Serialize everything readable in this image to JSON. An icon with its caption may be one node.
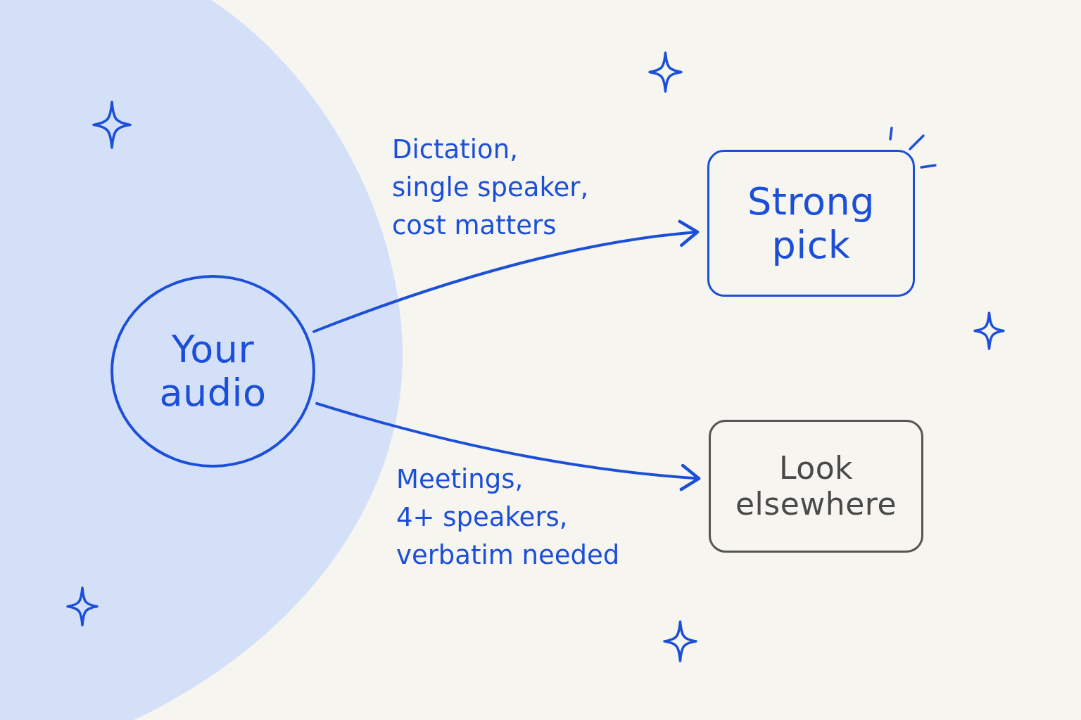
{
  "diagram": {
    "nodes": [
      {
        "text": [
          "Your audio"
        ]
      },
      {
        "text": [
          "Strong pick"
        ]
      },
      {
        "text": [
          "Look elsewhere"
        ]
      }
    ],
    "edges": [
      {
        "from": 0,
        "to": 1,
        "arrow": "to",
        "label": "Dictation, single speaker, cost matters"
      },
      {
        "from": 0,
        "to": 2,
        "arrow": "to",
        "label": "Meetings, 4+ speakers, verbatim needed"
      }
    ]
  }
}
